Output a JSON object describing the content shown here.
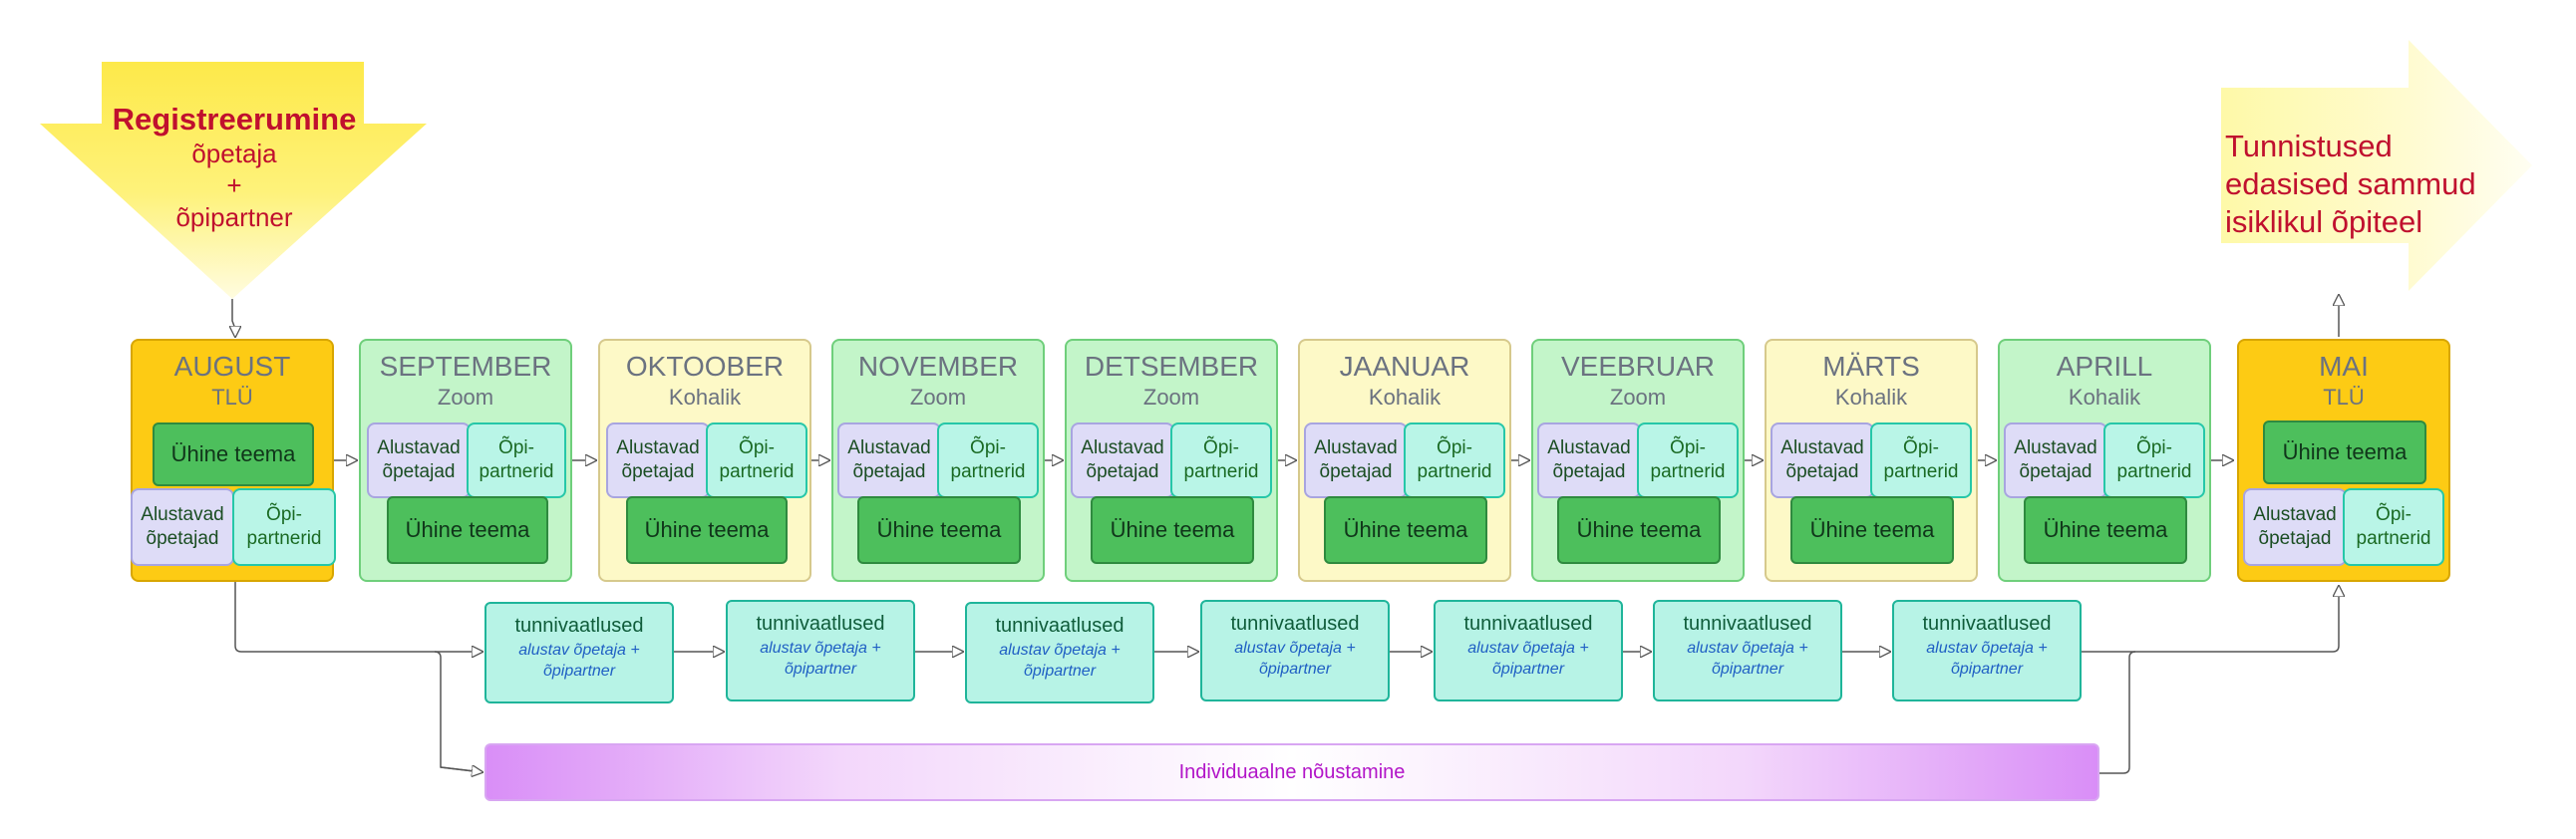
{
  "start": {
    "title": "Registreerumine",
    "line1": "õpetaja",
    "line2": "+",
    "line3": "õpipartner"
  },
  "end": {
    "line1": "Tunnistused",
    "line2": "edasised sammud",
    "line3": "isiklikul õpiteel"
  },
  "months": [
    {
      "name": "AUGUST",
      "sub": "TLÜ"
    },
    {
      "name": "SEPTEMBER",
      "sub": "Zoom"
    },
    {
      "name": "OKTOOBER",
      "sub": "Kohalik"
    },
    {
      "name": "NOVEMBER",
      "sub": "Zoom"
    },
    {
      "name": "DETSEMBER",
      "sub": "Zoom"
    },
    {
      "name": "JAANUAR",
      "sub": "Kohalik"
    },
    {
      "name": "VEEBRUAR",
      "sub": "Zoom"
    },
    {
      "name": "MÄRTS",
      "sub": "Kohalik"
    },
    {
      "name": "APRILL",
      "sub": "Kohalik"
    },
    {
      "name": "MAI",
      "sub": "TLÜ"
    }
  ],
  "labels": {
    "theme": "Ühine teema",
    "teachers": "Alustavad õpetajad",
    "partners": "Õpi-partnerid"
  },
  "observations": {
    "title": "tunnivaatlused",
    "sub": "alustav õpetaja + õpipartner",
    "count": 7
  },
  "counseling": "Individuaalne nõustamine",
  "colors": {
    "online_month": "#c3f5c9",
    "local_month": "#fdf9c7",
    "tlu_month": "#fdcb14",
    "theme": "#4dbf5c",
    "teachers": "#dedcf7",
    "partners": "#b9f5e7",
    "observation": "#b7f3e6",
    "counseling": "#d98ef7",
    "accent_text": "#c0102e"
  }
}
